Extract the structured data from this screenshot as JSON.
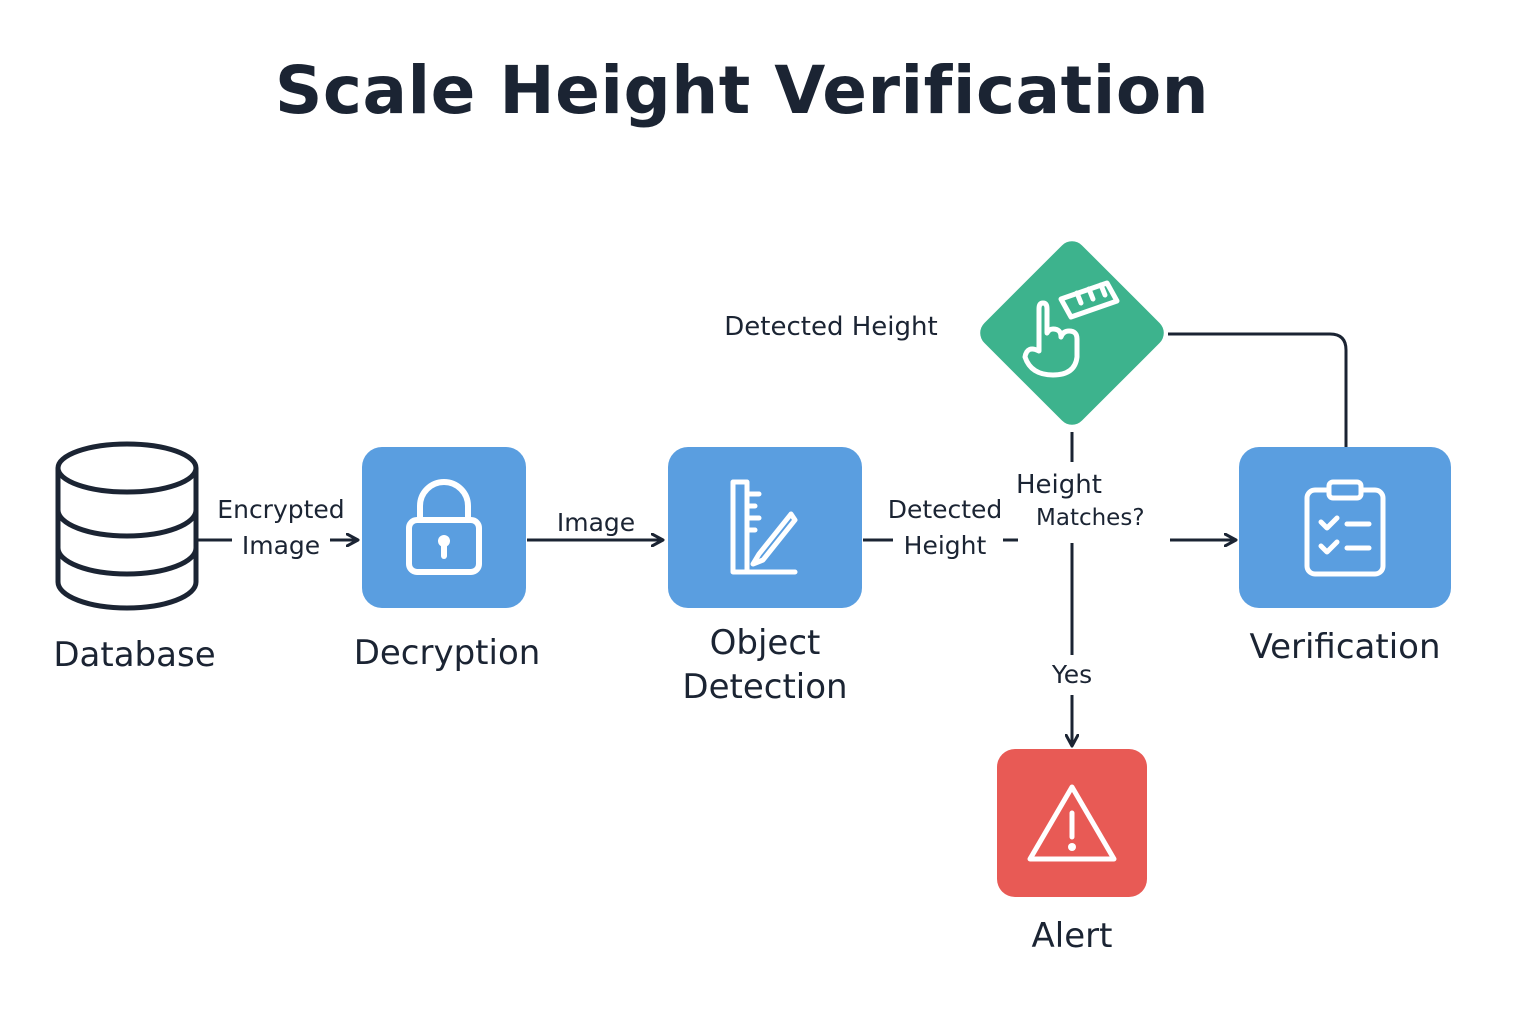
{
  "title": "Scale Height Verification",
  "colors": {
    "node_blue": "#5a9ee0",
    "decision_green": "#3db38d",
    "alert_red": "#e85a55",
    "text_dark": "#1b2433"
  },
  "nodes": {
    "database": {
      "label": "Database",
      "icon": "database-icon"
    },
    "decryption": {
      "label": "Decryption",
      "icon": "lock-icon"
    },
    "object_detection": {
      "label_line1": "Object",
      "label_line2": "Detection",
      "icon": "ruler-pencil-icon"
    },
    "decision": {
      "icon": "hand-ruler-icon"
    },
    "verification": {
      "label": "Verification",
      "icon": "clipboard-checklist-icon"
    },
    "alert": {
      "label": "Alert",
      "icon": "warning-icon"
    }
  },
  "edges": {
    "encrypted_image": {
      "line1": "Encrypted",
      "line2": "Image"
    },
    "image": {
      "label": "Image"
    },
    "detected_height": {
      "line1": "Detected",
      "line2": "Height"
    },
    "height_matches": {
      "line1": "Height",
      "line2": "Matches?"
    },
    "detected_height_top": {
      "label": "Detected Height"
    },
    "yes": {
      "label": "Yes"
    }
  }
}
